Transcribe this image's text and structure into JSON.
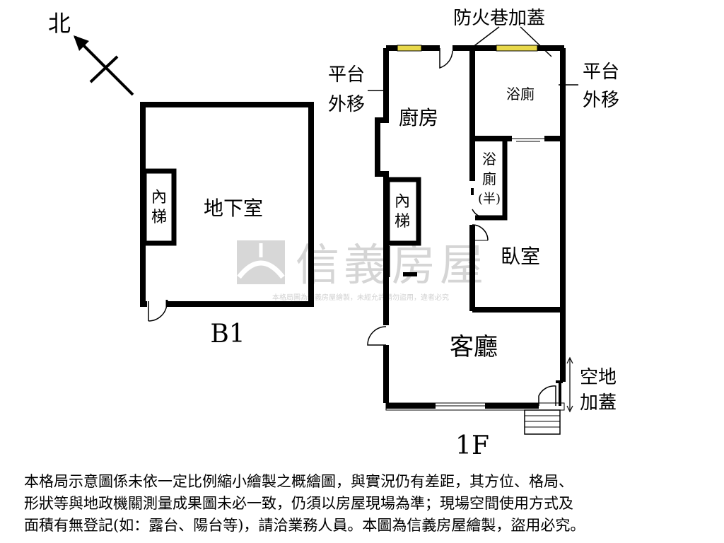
{
  "compass": {
    "north_label": "北"
  },
  "basement": {
    "floor_label": "B1",
    "rooms": {
      "basement_room": "地下室",
      "stair_1": "內",
      "stair_2": "梯"
    }
  },
  "first_floor": {
    "floor_label": "1F",
    "rooms": {
      "kitchen": "廚房",
      "bath": "浴廁",
      "half_bath_1": "浴",
      "half_bath_2": "廁",
      "half_bath_3": "(半)",
      "stair_1": "內",
      "stair_2": "梯",
      "bedroom": "臥室",
      "living_room": "客廳"
    },
    "annotations": {
      "fire_lane": "防火巷加蓋",
      "left_platform_1": "平台",
      "left_platform_2": "外移",
      "right_platform_1": "平台",
      "right_platform_2": "外移",
      "vacant_1": "空地",
      "vacant_2": "加蓋"
    }
  },
  "watermark": {
    "brand": "信義房屋",
    "notice": "本格局圖為信義房屋繪製，未經允許請勿盜用，違者必究"
  },
  "disclaimer": {
    "lines": [
      "本格局示意圖係未依一定比例縮小繪製之概繪圖，與實況仍有差距，其方位、格局、",
      "形狀等與地政機關測量成果圖未必一致，仍須以房屋現場為準；現場空間使用方式及",
      "面積有無登記(如：露台、陽台等)，請洽業務人員。本圖為信義房屋繪製，盜用必究。"
    ]
  },
  "colors": {
    "wall": "#000000",
    "window": "#e8d84a",
    "watermark": "#c8c8c8"
  }
}
